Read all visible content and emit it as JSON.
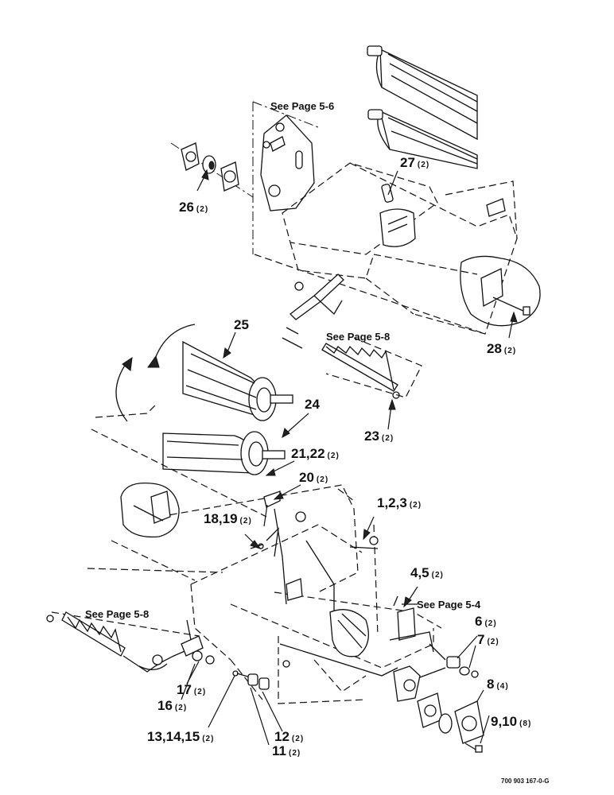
{
  "notes": {
    "see_5_6": "See Page 5-6",
    "see_5_8_top": "See Page 5-8",
    "see_5_8_left": "See Page 5-8",
    "see_5_4": "See Page 5-4"
  },
  "callouts": {
    "c25": {
      "num": "25",
      "qty": ""
    },
    "c24": {
      "num": "24",
      "qty": ""
    },
    "c27": {
      "num": "27",
      "qty": "(2)"
    },
    "c26": {
      "num": "26",
      "qty": "(2)"
    },
    "c28": {
      "num": "28",
      "qty": "(2)"
    },
    "c23": {
      "num": "23",
      "qty": "(2)"
    },
    "c21_22": {
      "num": "21,22",
      "qty": "(2)"
    },
    "c20": {
      "num": "20",
      "qty": "(2)"
    },
    "c18_19": {
      "num": "18,19",
      "qty": "(2)"
    },
    "c1_2_3": {
      "num": "1,2,3",
      "qty": "(2)"
    },
    "c4_5": {
      "num": "4,5",
      "qty": "(2)"
    },
    "c6": {
      "num": "6",
      "qty": "(2)"
    },
    "c7": {
      "num": "7",
      "qty": "(2)"
    },
    "c8": {
      "num": "8",
      "qty": "(4)"
    },
    "c9_10": {
      "num": "9,10",
      "qty": "(8)"
    },
    "c17": {
      "num": "17",
      "qty": "(2)"
    },
    "c16": {
      "num": "16",
      "qty": "(2)"
    },
    "c13_14_15": {
      "num": "13,14,15",
      "qty": "(2)"
    },
    "c12": {
      "num": "12",
      "qty": "(2)"
    },
    "c11": {
      "num": "11",
      "qty": "(2)"
    }
  },
  "doc_number": "700 903 167-0-G"
}
